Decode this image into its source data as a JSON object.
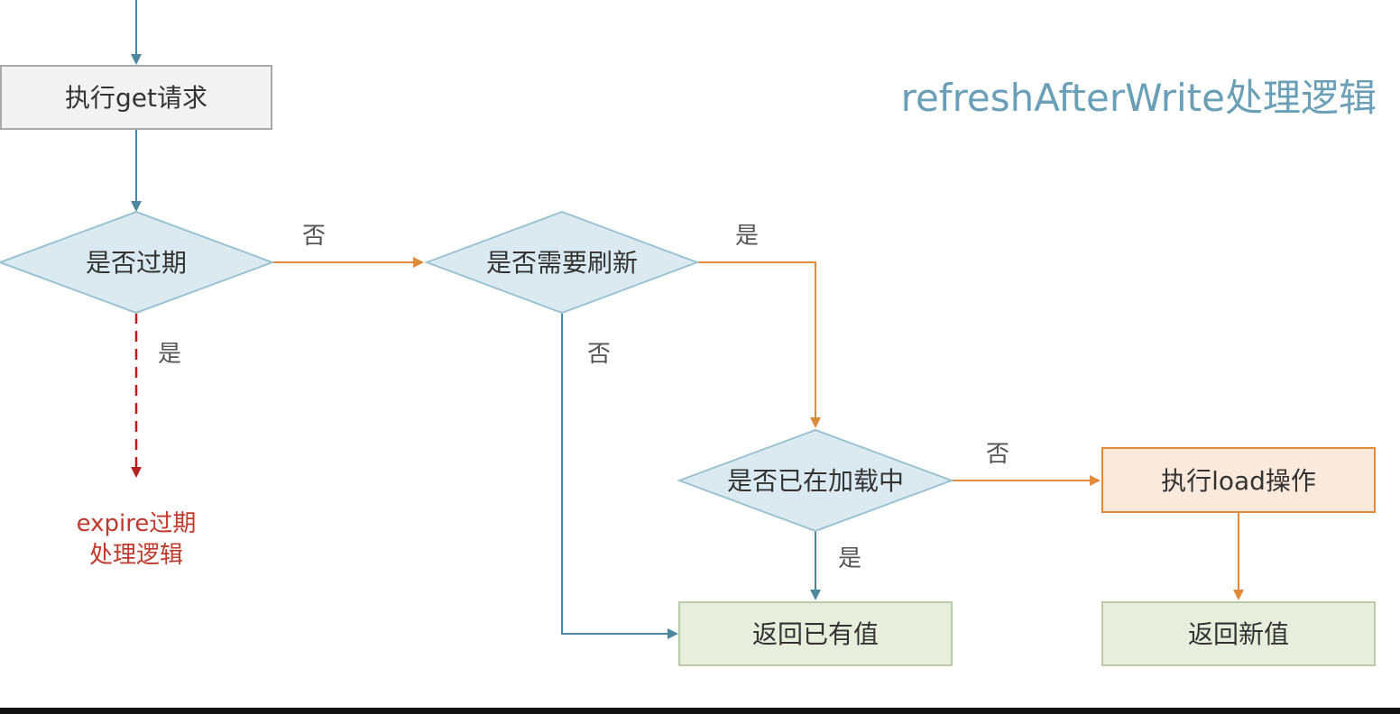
{
  "title": "refreshAfterWrite处理逻辑",
  "nodes": {
    "get_request": "执行get请求",
    "expired_check": "是否过期",
    "need_refresh": "是否需要刷新",
    "loading_check": "是否已在加载中",
    "do_load": "执行load操作",
    "return_existing": "返回已有值",
    "return_new": "返回新值",
    "expire_logic_line1": "expire过期",
    "expire_logic_line2": "处理逻辑"
  },
  "edge_labels": {
    "expired_no": "否",
    "expired_yes": "是",
    "refresh_yes": "是",
    "refresh_no": "否",
    "loading_no": "否",
    "loading_yes": "是"
  },
  "colors": {
    "blue_edge": "#4e87a0",
    "orange_edge": "#e08a3c",
    "red_edge": "#b22222",
    "decision_fill": "#dbeaf0",
    "decision_stroke": "#9cc3d3",
    "process_fill": "#f2f2f2",
    "process_stroke": "#a8a8a8",
    "load_fill": "#fbe9dc",
    "load_stroke": "#e08a3c",
    "result_fill": "#e8eedd",
    "result_stroke": "#bccaa8",
    "title_color": "#6a9fb8"
  }
}
